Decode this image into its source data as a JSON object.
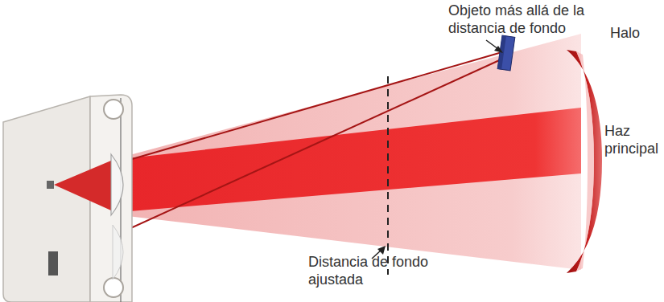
{
  "diagram": {
    "labels": [
      "Objeto más allá de la distancia de fondo",
      "Halo",
      "Haz principal",
      "Distancia de fondo ajustada"
    ]
  }
}
